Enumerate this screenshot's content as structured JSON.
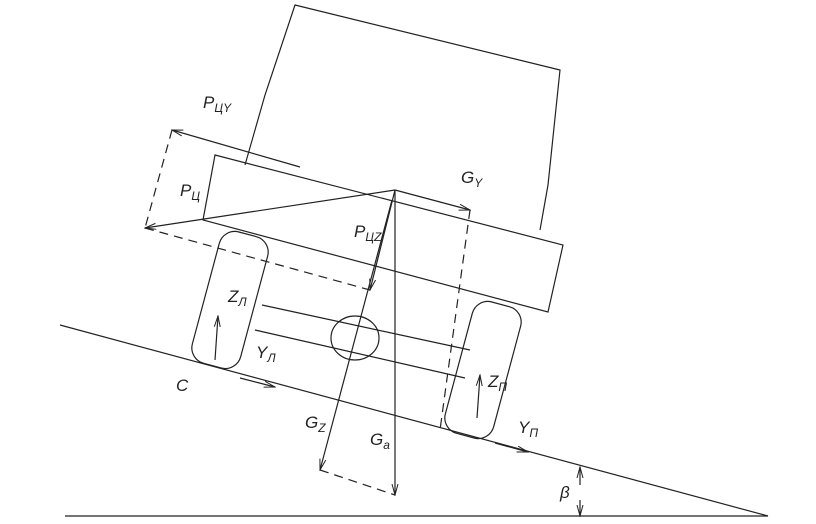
{
  "labels": {
    "p_cy": {
      "main": "P",
      "sub": "ЦY"
    },
    "p_c": {
      "main": "P",
      "sub": "Ц"
    },
    "g_y": {
      "main": "G",
      "sub": "Y"
    },
    "p_cz": {
      "main": "P",
      "sub": "ЦZ"
    },
    "z_l": {
      "main": "Z",
      "sub": "Л"
    },
    "y_l": {
      "main": "Y",
      "sub": "Л"
    },
    "c": "C",
    "z_p": {
      "main": "Z",
      "sub": "П"
    },
    "y_p": {
      "main": "Y",
      "sub": "П"
    },
    "g_z": {
      "main": "G",
      "sub": "Z"
    },
    "g_a": {
      "main": "G",
      "sub": "a"
    },
    "beta": "β"
  }
}
